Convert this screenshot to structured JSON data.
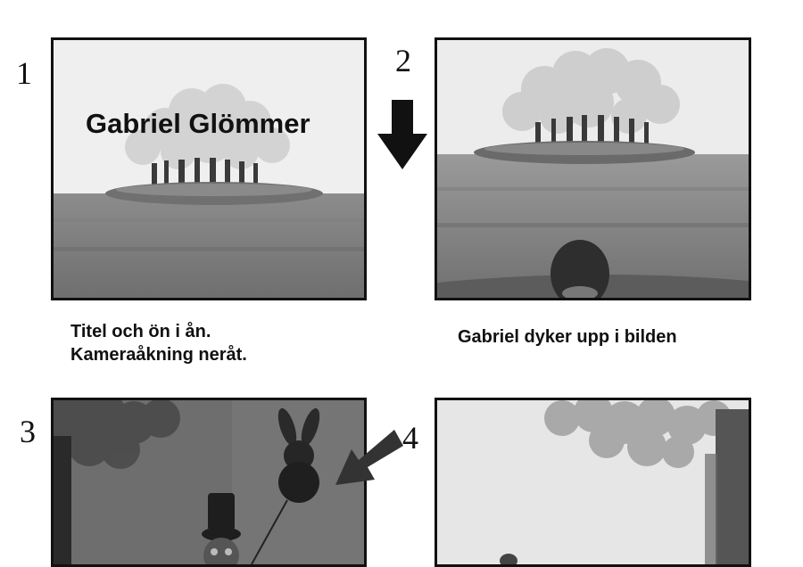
{
  "panels": [
    {
      "number": "1",
      "title": "Gabriel Glömmer",
      "caption_lines": [
        "Titel och ön i ån.",
        "Kameraåkning neråt."
      ]
    },
    {
      "number": "2",
      "caption_lines": [
        "Gabriel dyker upp i bilden"
      ]
    },
    {
      "number": "3"
    },
    {
      "number": "4"
    }
  ],
  "arrows": [
    {
      "icon": "down-arrow-icon",
      "color": "#111111"
    },
    {
      "icon": "diagonal-arrow-icon",
      "color": "#333333"
    }
  ]
}
